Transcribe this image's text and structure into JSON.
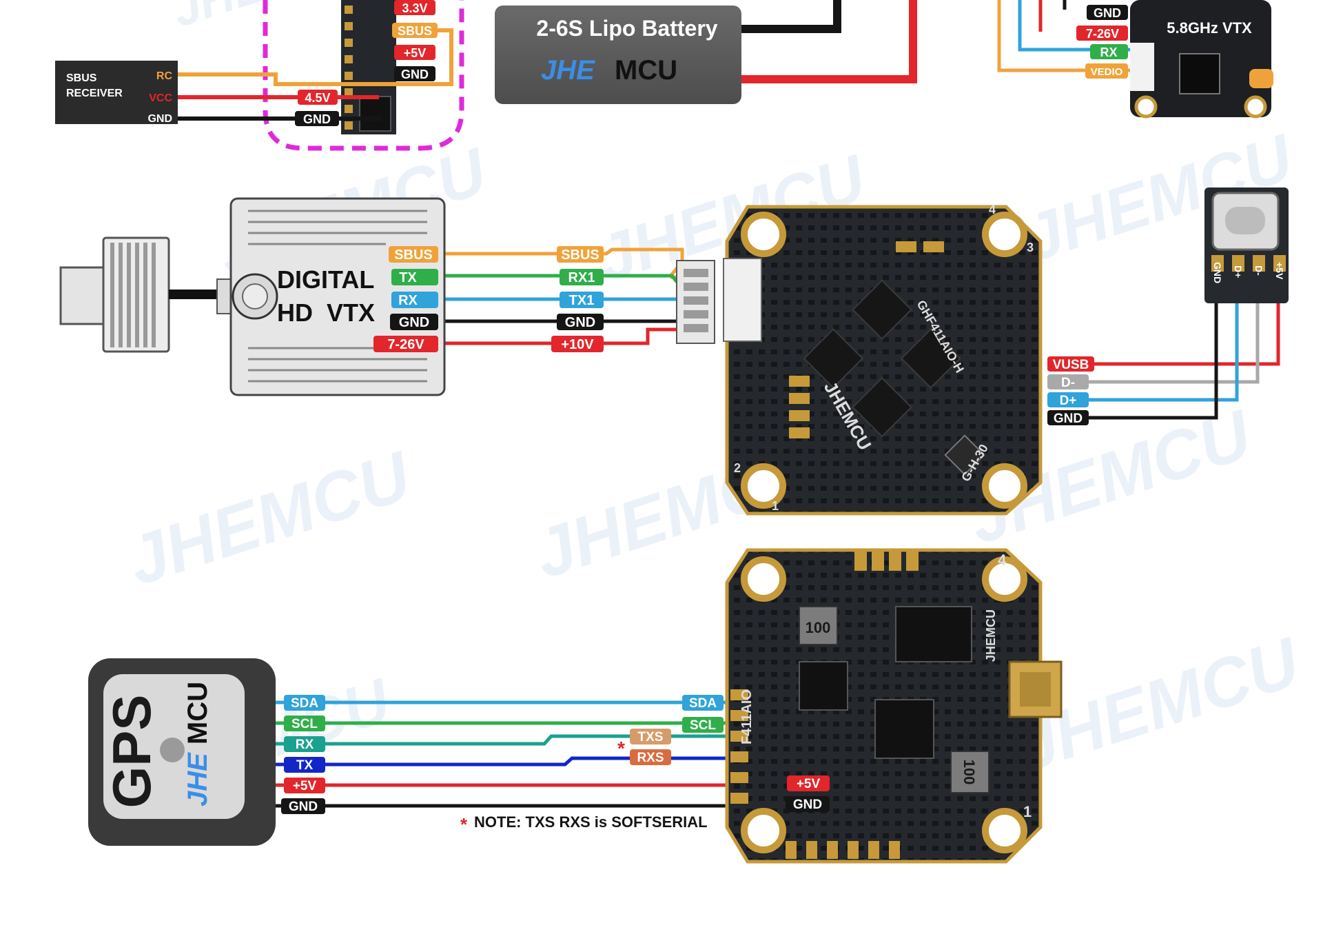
{
  "battery": {
    "title": "2-6S Lipo Battery",
    "brand_jhe": "JHE",
    "brand_mcu": "MCU"
  },
  "sbus_receiver": {
    "title_line1": "SBUS",
    "title_line2": "RECEIVER",
    "pins": [
      "RC",
      "VCC",
      "GND"
    ]
  },
  "top_fc_pads": [
    "3.3V",
    "SBUS",
    "+5V",
    "GND"
  ],
  "receiver_wire_tags": [
    "4.5V",
    "GND"
  ],
  "analog_vtx": {
    "title": "5.8GHz VTX",
    "tags": [
      "GND",
      "7-26V",
      "RX",
      "VEDIO"
    ]
  },
  "digital_vtx": {
    "title_line1": "DIGITAL",
    "title_line2": "HD  VTX",
    "left_tags": [
      "SBUS",
      "TX",
      "RX",
      "GND",
      "7-26V"
    ],
    "right_tags": [
      "SBUS",
      "RX1",
      "TX1",
      "GND",
      "+10V"
    ]
  },
  "usb_board": {
    "pins": [
      "GND",
      "D+",
      "D-",
      "+5V"
    ],
    "fc_tags": [
      "VUSB",
      "D-",
      "D+",
      "GND"
    ]
  },
  "fc_board_1": {
    "silk": "GHF411AIO-H",
    "silk2": "G-H-30",
    "brand": "JHEMCU",
    "corner_numbers": [
      "4",
      "3",
      "2",
      "1"
    ]
  },
  "fc_board_2": {
    "silk": "F411AIO",
    "brand": "JHEMCU",
    "inductor1": "100",
    "inductor2": "100",
    "corner_numbers": [
      "4",
      "1"
    ]
  },
  "gps": {
    "title": "GPS",
    "brand_jhe": "JHE",
    "brand_mcu": "MCU",
    "left_tags": [
      "SDA",
      "SCL",
      "RX",
      "TX",
      "+5V",
      "GND"
    ],
    "right_tags": [
      "SDA",
      "SCL",
      "TXS",
      "RXS",
      "+5V",
      "GND"
    ],
    "star": "*",
    "note_star": "*",
    "note": "NOTE: TXS RXS is SOFTSERIAL"
  },
  "watermark": "JHEMCU",
  "colors": {
    "orange": "#f0a23a",
    "red": "#e2262b",
    "black": "#151515",
    "green": "#2fae4a",
    "blue": "#2fa3da",
    "darkblue": "#1226c8",
    "teal": "#1aa18f",
    "gray": "#a9a9a9",
    "tan": "#d79b6a",
    "magenta": "#e02ad9",
    "pcb": "#23262b",
    "gold": "#c69a3a"
  }
}
